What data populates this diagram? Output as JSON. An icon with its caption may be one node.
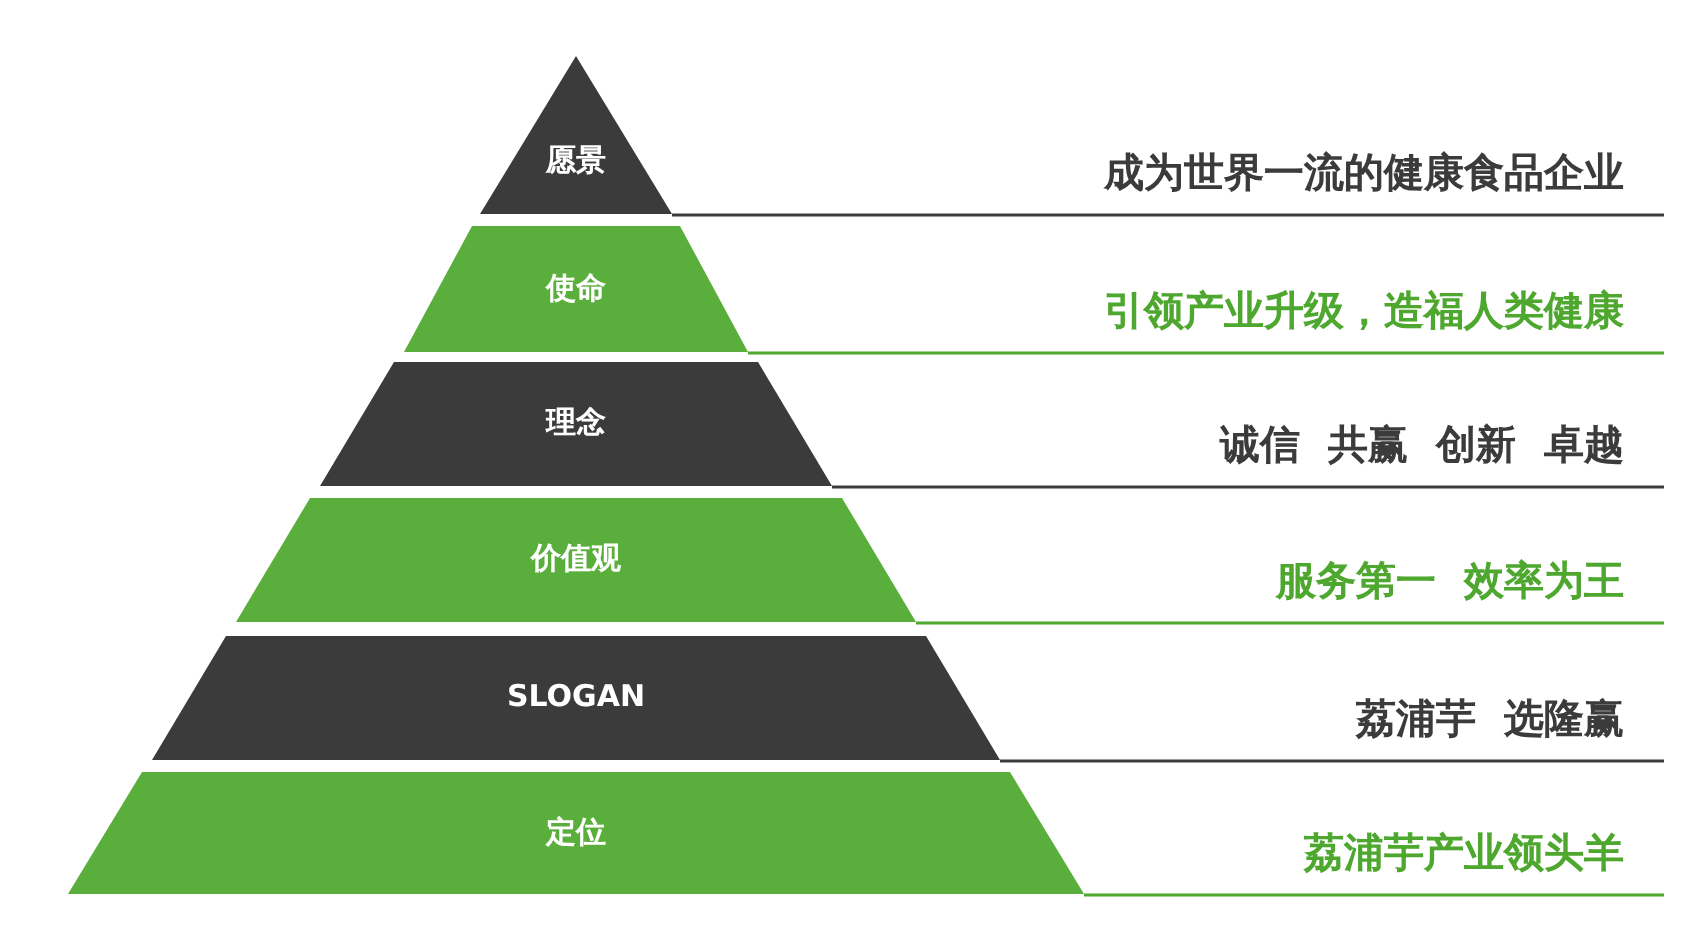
{
  "diagram": {
    "nodes": [
      {
        "text": [
          "愿景"
        ]
      },
      {
        "text": [
          "使命"
        ]
      },
      {
        "text": [
          "理念"
        ]
      },
      {
        "text": [
          "价值观"
        ]
      },
      {
        "text": [
          "SLOGAN"
        ]
      },
      {
        "text": [
          "定位"
        ]
      }
    ],
    "labels": [
      "成为世界一流的健康食品企业",
      "引领产业升级，造福人类健康",
      "诚信  共赢  创新  卓越",
      "服务第一  效率为王",
      "荔浦芋  选隆赢",
      "荔浦芋产业领头羊"
    ]
  }
}
